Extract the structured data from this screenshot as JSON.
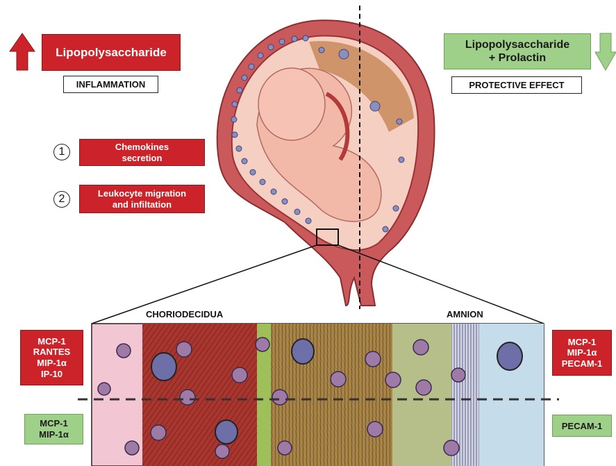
{
  "left_panel": {
    "title": "Lipopolysaccharide",
    "effect": "INFLAMMATION",
    "steps": [
      {
        "number": "1",
        "text": "Chemokines\nsecretion"
      },
      {
        "number": "2",
        "text": "Leukocyte migration\nand infiltation"
      }
    ]
  },
  "right_panel": {
    "title": "Lipopolysaccharide\n+ Prolactin",
    "effect": "PROTECTIVE EFFECT"
  },
  "tissue_labels": {
    "choriodecidua": "CHORIODECIDUA",
    "amnion": "AMNION"
  },
  "markers": {
    "left_inflammation": "MCP-1\nRANTES\nMIP-1α\nIP-10",
    "left_protective": "MCP-1\nMIP-1α",
    "right_inflammation": "MCP-1\nMIP-1α\nPECAM-1",
    "right_protective": "PECAM-1"
  },
  "colors": {
    "inflammation_red": "#cc2229",
    "protective_green": "#9fd089",
    "uterus": "#c9595a",
    "fetus": "#f2b8a8",
    "choriodecidua": "#a8362f",
    "decidua_pink": "#f3c6d3",
    "amnion_blue": "#c5dcea",
    "leukocyte": "#8a8fc0"
  },
  "icons": [
    "up-arrow-icon",
    "down-arrow-icon"
  ]
}
